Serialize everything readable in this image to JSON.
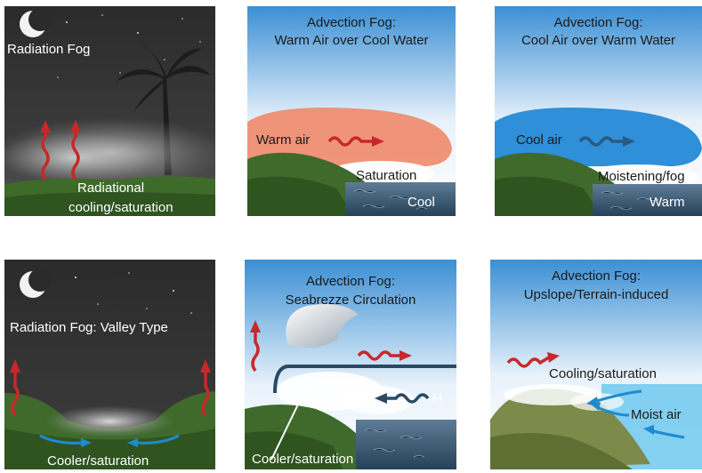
{
  "panels": {
    "p1": {
      "title": "Radiation Fog",
      "label1": "Radiational",
      "label2": "cooling/saturation"
    },
    "p2": {
      "title1": "Advection Fog:",
      "title2": "Warm Air over Cool Water",
      "air": "Warm air",
      "sat": "Saturation",
      "water": "Cool"
    },
    "p3": {
      "title1": "Advection Fog:",
      "title2": "Cool Air over Warm Water",
      "air": "Cool air",
      "moist": "Moistening/fog",
      "water": "Warm"
    },
    "p4": {
      "title": "Radiation Fog: Valley Type",
      "label": "Cooler/saturation"
    },
    "p5": {
      "title1": "Advection Fog:",
      "title2": "Seabrezze Circulation",
      "h": "H",
      "label": "Cooler/saturation"
    },
    "p6": {
      "title1": "Advection Fog:",
      "title2": "Upslope/Terrain-induced",
      "cool": "Cooling/saturation",
      "moist": "Moist air"
    }
  },
  "colors": {
    "night": "#2e2e2e",
    "sky_top": "#3a8fd4",
    "sky_bottom": "#ffffff",
    "warm_air": "#f08a6a",
    "cool_air": "#2f8fd8",
    "grass": "#3f6a2c",
    "water": "#36556e",
    "arrow_red": "#c8282a",
    "arrow_blue": "#1e8ad0"
  }
}
